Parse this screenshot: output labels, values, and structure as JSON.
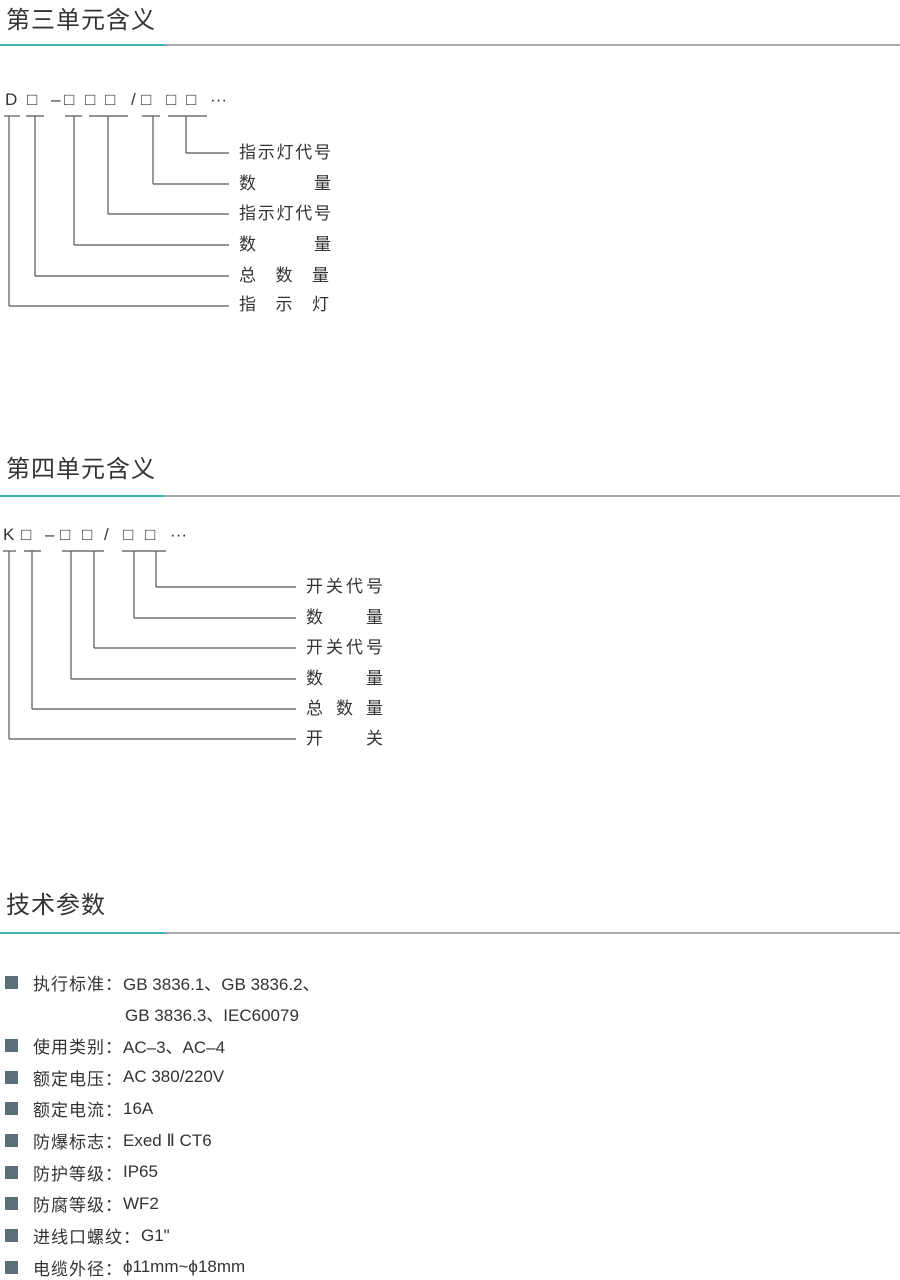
{
  "sections": [
    {
      "title": "第三单元含义",
      "code": [
        "D",
        "□",
        "–",
        "□",
        "□",
        "□",
        "/",
        "□",
        "□",
        "□",
        "···"
      ],
      "labels": [
        [
          "指",
          "示",
          "灯",
          "代",
          "号"
        ],
        [
          "数",
          "量"
        ],
        [
          "指",
          "示",
          "灯",
          "代",
          "号"
        ],
        [
          "数",
          "量"
        ],
        [
          "总",
          "数",
          "量"
        ],
        [
          "指",
          "示",
          "灯"
        ]
      ]
    },
    {
      "title": "第四单元含义",
      "code": [
        "K",
        "□",
        "–",
        "□",
        "□",
        "/",
        "□",
        "□",
        "···"
      ],
      "labels": [
        [
          "开",
          "关",
          "代",
          "号"
        ],
        [
          "数",
          "量"
        ],
        [
          "开",
          "关",
          "代",
          "号"
        ],
        [
          "数",
          "量"
        ],
        [
          "总",
          "数",
          "量"
        ],
        [
          "开",
          "关"
        ]
      ]
    },
    {
      "title": "技术参数"
    }
  ],
  "specs": [
    {
      "key": "执行标准：",
      "value": "GB 3836.1、GB 3836.2、",
      "value2": "GB 3836.3、IEC60079"
    },
    {
      "key": "使用类别：",
      "value": "AC–3、AC–4"
    },
    {
      "key": "额定电压：",
      "value": "AC 380/220V"
    },
    {
      "key": "额定电流：",
      "value": "16A"
    },
    {
      "key": "防爆标志：",
      "value": "Exed Ⅱ CT6"
    },
    {
      "key": "防护等级：",
      "value": "IP65"
    },
    {
      "key": "防腐等级：",
      "value": "WF2"
    },
    {
      "key": "进线口螺纹：",
      "value": "G1\""
    },
    {
      "key": "电缆外径：",
      "value": "ϕ11mm~ϕ18mm"
    }
  ],
  "colors": {
    "accent": "#3cb4b4",
    "rule": "#a9a9a9",
    "bullet": "#5b6f78"
  }
}
